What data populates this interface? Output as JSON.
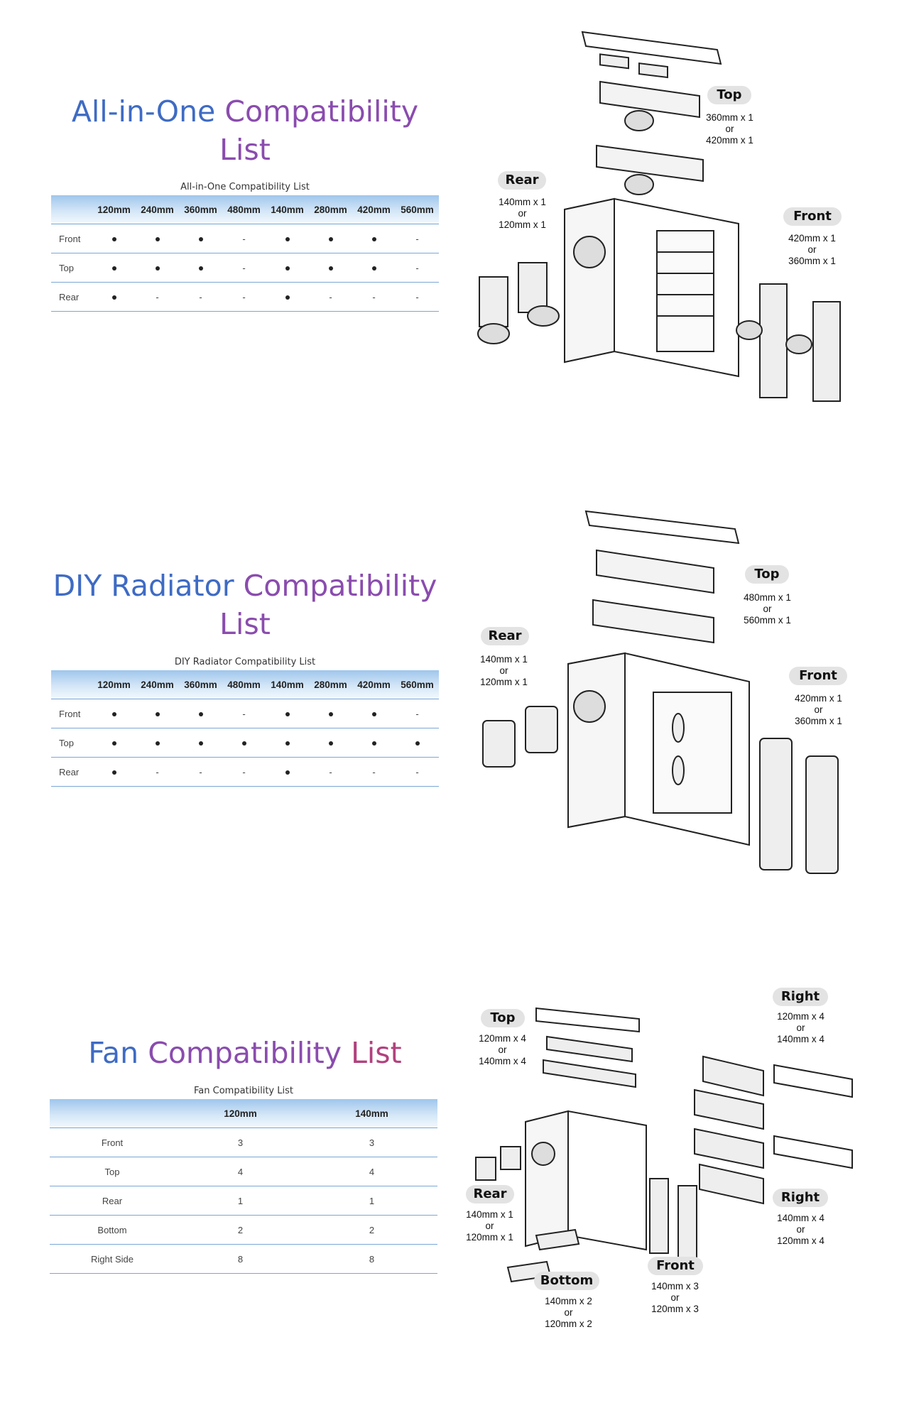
{
  "aio": {
    "title_part1": "All-in-One",
    "title_part2": "Compatibility",
    "title_part3": "List",
    "caption": "All-in-One Compatibility List",
    "headers": [
      "",
      "120mm",
      "240mm",
      "360mm",
      "480mm",
      "140mm",
      "280mm",
      "420mm",
      "560mm"
    ],
    "rows": [
      {
        "label": "Front",
        "cells": [
          "dot",
          "dot",
          "dot",
          "-",
          "dot",
          "dot",
          "dot",
          "-"
        ]
      },
      {
        "label": "Top",
        "cells": [
          "dot",
          "dot",
          "dot",
          "-",
          "dot",
          "dot",
          "dot",
          "-"
        ]
      },
      {
        "label": "Rear",
        "cells": [
          "dot",
          "-",
          "-",
          "-",
          "dot",
          "-",
          "-",
          "-"
        ]
      }
    ],
    "callouts": {
      "top": {
        "label": "Top",
        "l1": "360mm x 1",
        "l2": "or",
        "l3": "420mm x 1"
      },
      "rear": {
        "label": "Rear",
        "l1": "140mm x 1",
        "l2": "or",
        "l3": "120mm x 1"
      },
      "front": {
        "label": "Front",
        "l1": "420mm x 1",
        "l2": "or",
        "l3": "360mm x 1"
      }
    }
  },
  "diy": {
    "title_part1": "DIY Radiator",
    "title_part2": "Compatibility",
    "title_part3": "List",
    "caption": "DIY Radiator Compatibility List",
    "headers": [
      "",
      "120mm",
      "240mm",
      "360mm",
      "480mm",
      "140mm",
      "280mm",
      "420mm",
      "560mm"
    ],
    "rows": [
      {
        "label": "Front",
        "cells": [
          "dot",
          "dot",
          "dot",
          "-",
          "dot",
          "dot",
          "dot",
          "-"
        ]
      },
      {
        "label": "Top",
        "cells": [
          "dot",
          "dot",
          "dot",
          "dot",
          "dot",
          "dot",
          "dot",
          "dot"
        ]
      },
      {
        "label": "Rear",
        "cells": [
          "dot",
          "-",
          "-",
          "-",
          "dot",
          "-",
          "-",
          "-"
        ]
      }
    ],
    "callouts": {
      "top": {
        "label": "Top",
        "l1": "480mm x 1",
        "l2": "or",
        "l3": "560mm x 1"
      },
      "rear": {
        "label": "Rear",
        "l1": "140mm x 1",
        "l2": "or",
        "l3": "120mm x 1"
      },
      "front": {
        "label": "Front",
        "l1": "420mm x 1",
        "l2": "or",
        "l3": "360mm x 1"
      }
    }
  },
  "fan": {
    "title_part1": "Fan",
    "title_part2": "Compatibility",
    "title_part3": "List",
    "caption": "Fan Compatibility List",
    "headers": [
      "",
      "120mm",
      "140mm"
    ],
    "rows": [
      {
        "label": "Front",
        "cells": [
          "3",
          "3"
        ]
      },
      {
        "label": "Top",
        "cells": [
          "4",
          "4"
        ]
      },
      {
        "label": "Rear",
        "cells": [
          "1",
          "1"
        ]
      },
      {
        "label": "Bottom",
        "cells": [
          "2",
          "2"
        ]
      },
      {
        "label": "Right Side",
        "cells": [
          "8",
          "8"
        ]
      }
    ],
    "callouts": {
      "top": {
        "label": "Top",
        "l1": "120mm x 4",
        "l2": "or",
        "l3": "140mm x 4"
      },
      "right_top": {
        "label": "Right",
        "l1": "120mm x 4",
        "l2": "or",
        "l3": "140mm x 4"
      },
      "rear": {
        "label": "Rear",
        "l1": "140mm x 1",
        "l2": "or",
        "l3": "120mm x 1"
      },
      "right_bottom": {
        "label": "Right",
        "l1": "140mm x 4",
        "l2": "or",
        "l3": "120mm x 4"
      },
      "front": {
        "label": "Front",
        "l1": "140mm x 3",
        "l2": "or",
        "l3": "120mm x 3"
      },
      "bottom": {
        "label": "Bottom",
        "l1": "140mm x 2",
        "l2": "or",
        "l3": "120mm x 2"
      }
    }
  },
  "colors": {
    "title_blue": "#3e6bc4",
    "title_purple": "#8a4cae",
    "title_magenta": "#b2417e",
    "table_rule": "#7aa7d6",
    "header_gradient_top": "#9fc6ec"
  }
}
